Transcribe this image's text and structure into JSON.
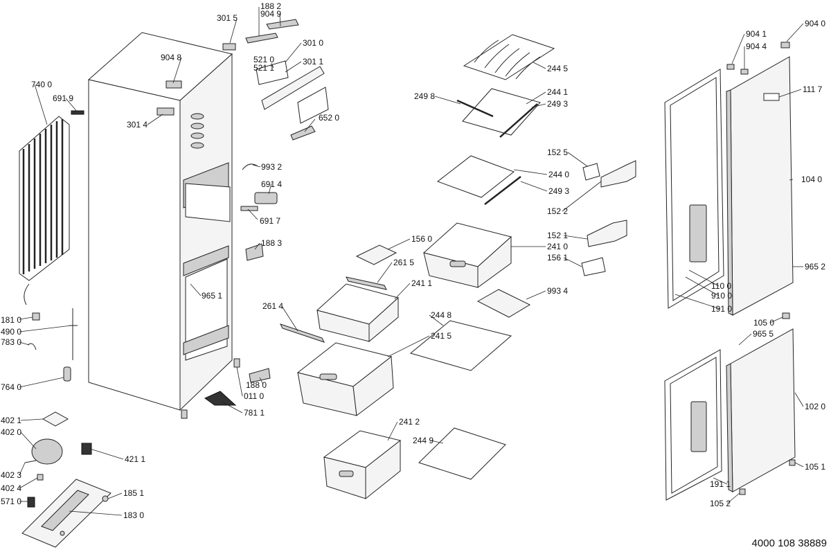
{
  "labels": {
    "l3015": "301 5",
    "l1882": "188 2",
    "l9049": "904 9",
    "l3010": "301 0",
    "l9048": "904 8",
    "l5210": "521 0",
    "l5211": "521 1",
    "l3011": "301 1",
    "l7400": "740 0",
    "l6919": "691 9",
    "l3014": "301 4",
    "l6520": "652 0",
    "l9932": "993 2",
    "l6914": "691 4",
    "l6917": "691 7",
    "l1883": "188 3",
    "l9651": "965 1",
    "l1810": "181 0",
    "l4900": "490 0",
    "l7830": "783 0",
    "l7640": "764 0",
    "l1880": "188 0",
    "l0110": "011 0",
    "l7811": "781 1",
    "l4021": "402 1",
    "l4020": "402 0",
    "l4211": "421 1",
    "l4023": "402 3",
    "l4024": "402 4",
    "l5710": "571 0",
    "l1851": "185 1",
    "l1830": "183 0",
    "l2445": "244 5",
    "l2498": "249 8",
    "l2441": "244 1",
    "l2493a": "249 3",
    "l2440": "244 0",
    "l2493b": "249 3",
    "l1525": "152 5",
    "l1522": "152 2",
    "l1521": "152 1",
    "l1561": "156 1",
    "l1560": "156 0",
    "l2410": "241 0",
    "l2615": "261 5",
    "l2411": "241 1",
    "l2614": "261 4",
    "l9934": "993 4",
    "l2448": "244 8",
    "l2415": "241 5",
    "l2412": "241 2",
    "l2449": "244 9",
    "l9041": "904 1",
    "l9044": "904 4",
    "l9040": "904 0",
    "l1117": "111 7",
    "l1040": "104 0",
    "l9652": "965 2",
    "l1100": "110 0",
    "l9100": "910 0",
    "l1910": "191 0",
    "l1050": "105 0",
    "l9655": "965 5",
    "l1020": "102 0",
    "l1051": "105 1",
    "l1911": "191 1",
    "l1052": "105 2"
  },
  "document_number": "4000 108 38889"
}
